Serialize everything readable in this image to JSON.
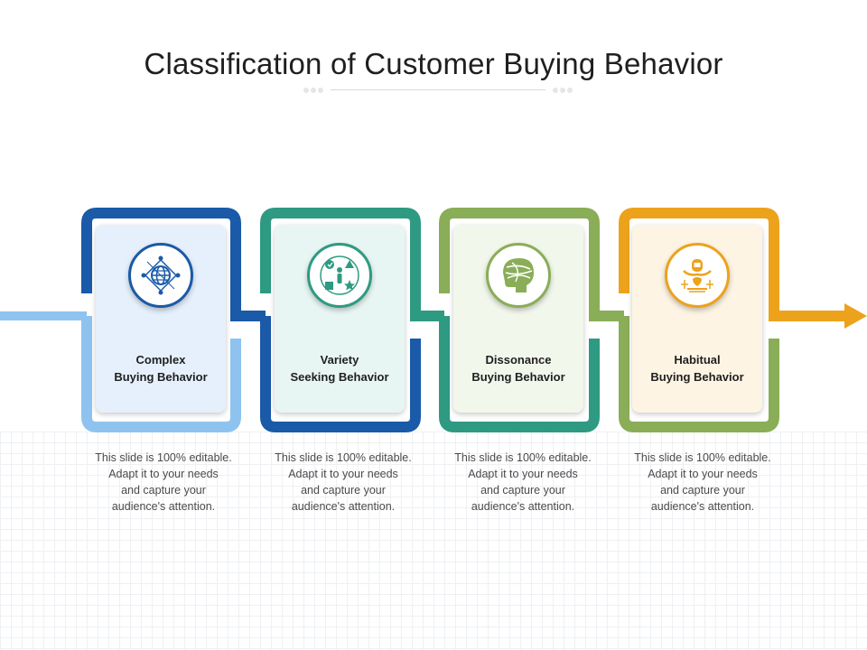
{
  "title": "Classification of Customer Buying Behavior",
  "steps": [
    {
      "label_line1": "Complex",
      "label_line2": "Buying Behavior",
      "icon": "globe-network-icon",
      "desc_lines": [
        "This slide is 100% editable.",
        "Adapt it to your needs",
        "and capture your",
        "audience's attention."
      ]
    },
    {
      "label_line1": "Variety",
      "label_line2": "Seeking Behavior",
      "icon": "person-choices-icon",
      "desc_lines": [
        "This slide is 100% editable.",
        "Adapt it to your needs",
        "and capture your",
        "audience's attention."
      ]
    },
    {
      "label_line1": "Dissonance",
      "label_line2": "Buying Behavior",
      "icon": "tangled-head-icon",
      "desc_lines": [
        "This slide is 100% editable.",
        "Adapt it to your needs",
        "and capture your",
        "audience's attention."
      ]
    },
    {
      "label_line1": "Habitual",
      "label_line2": "Buying Behavior",
      "icon": "habit-person-icon",
      "desc_lines": [
        "This slide is 100% editable.",
        "Adapt it to your needs",
        "and capture your",
        "audience's attention."
      ]
    }
  ],
  "colors": {
    "light_blue": "#8fc3ef",
    "dark_blue": "#1a5aa8",
    "teal": "#2e9a82",
    "green": "#8aad57",
    "orange": "#eda21c",
    "card_bg_1": "#e5f0fc",
    "card_bg_2": "#e8f6f3",
    "card_bg_3": "#f2f7ec",
    "card_bg_4": "#fdf4e3"
  }
}
